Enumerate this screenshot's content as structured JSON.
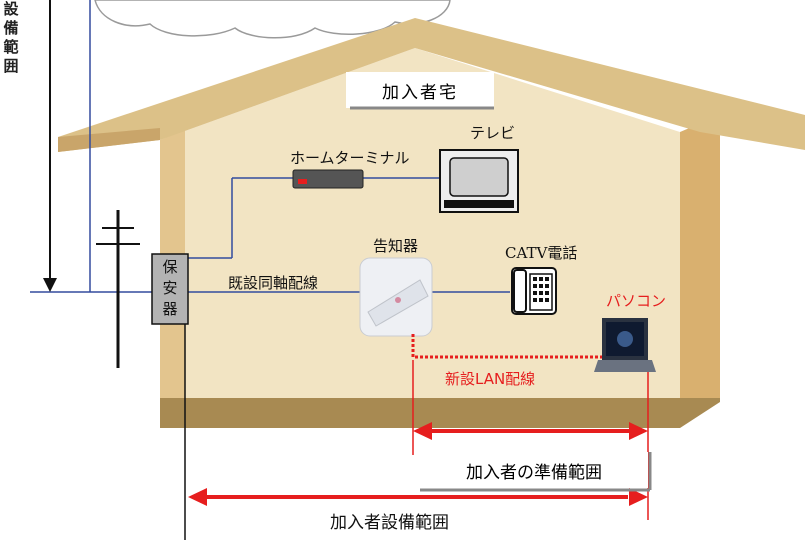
{
  "scope_vertical_label": "設備範囲",
  "house_label": "加入者宅",
  "devices": {
    "home_terminal": "ホームターミナル",
    "tv": "テレビ",
    "notifier": "告知器",
    "catv_phone": "CATV電話",
    "pc": "パソコン",
    "protector": "保安器"
  },
  "wiring": {
    "existing_coax": "既設同軸配線",
    "new_lan": "新設LAN配線"
  },
  "scopes": {
    "subscriber_prep": "加入者の準備範囲",
    "subscriber_equipment": "加入者設備範囲"
  },
  "colors": {
    "roof": "#dcc188",
    "wall": "#f2e4c3",
    "side": "#d9b06f",
    "floor": "#a88a52",
    "line_blue": "#334c9e",
    "accent_red": "#e61e1e"
  }
}
